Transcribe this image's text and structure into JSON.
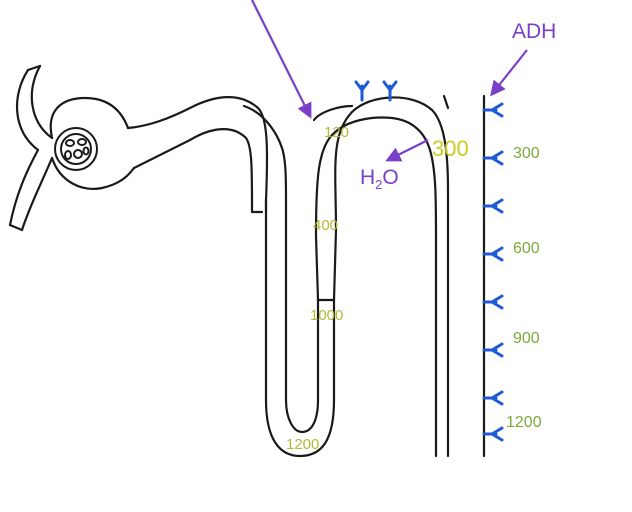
{
  "labels": {
    "adh": "ADH",
    "water": "H",
    "water_sub": "2",
    "water_tail": "O",
    "big_value": "300",
    "tubule_values": [
      "120",
      "400",
      "1000",
      "1200"
    ],
    "duct_values": [
      "300",
      "600",
      "900",
      "1200"
    ]
  },
  "colors": {
    "outline": "#1a1a1a",
    "arrow": "#7b3fc9",
    "receptor": "#1f5ad6",
    "tubule_text": "#b5b83a",
    "duct_text": "#7da83a"
  },
  "icons": [
    "receptor-y-icon",
    "arrow-icon",
    "glomerulus-icon"
  ]
}
